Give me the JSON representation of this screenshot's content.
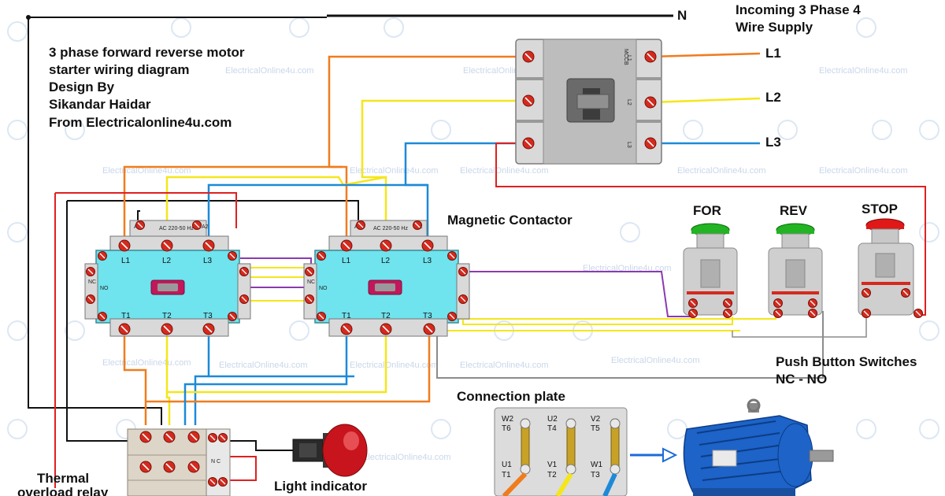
{
  "title_lines": [
    "3 phase forward reverse motor",
    "starter wiring diagram",
    "Design By",
    "Sikandar Haidar",
    "From Electricalonline4u.com"
  ],
  "neutral_label": "N",
  "supply": {
    "title_line1": "Incoming 3 Phase 4",
    "title_line2": "Wire Supply",
    "lines": [
      "L1",
      "L2",
      "L3"
    ]
  },
  "mccb": {
    "label": "MCCB",
    "terminals": [
      "L1",
      "L2",
      "L3"
    ]
  },
  "contactor": {
    "heading": "Magnetic Contactor",
    "coil_rating": "AC 220-50 Hz",
    "coil_a1": "A1",
    "coil_a2": "A2",
    "top_terminals": [
      "L1",
      "L2",
      "L3"
    ],
    "bottom_terminals": [
      "T1",
      "T2",
      "T3"
    ],
    "nc": "NC",
    "no": "NO"
  },
  "buttons": {
    "heading_line1": "Push Button Switches",
    "heading_line2": "NC - NO",
    "items": [
      {
        "label": "FOR",
        "color": "#22b422"
      },
      {
        "label": "REV",
        "color": "#22b422"
      },
      {
        "label": "STOP",
        "color": "#e01818"
      }
    ]
  },
  "connection_plate": {
    "heading": "Connection plate",
    "top_row": [
      [
        "W2",
        "T6"
      ],
      [
        "U2",
        "T4"
      ],
      [
        "V2",
        "T5"
      ]
    ],
    "bottom_row": [
      [
        "U1",
        "T1"
      ],
      [
        "V1",
        "T2"
      ],
      [
        "W1",
        "T3"
      ]
    ]
  },
  "overload": {
    "label_line1": "Thermal",
    "label_line2": "overload relay",
    "nc": "N C"
  },
  "light_label": "Light indicator",
  "watermark": "ElectricalOnline4u.com",
  "colors": {
    "wire_l1": "#f07c1e",
    "wire_l2": "#f5e61a",
    "wire_l3": "#1c8ad8",
    "wire_control": "#e02020",
    "wire_neutral": "#111111",
    "wire_interlock": "#8a3ab0",
    "wire_gray": "#8c8c8c",
    "contactor_body": "#6fe3ee",
    "motor_body": "#1d63c8"
  }
}
